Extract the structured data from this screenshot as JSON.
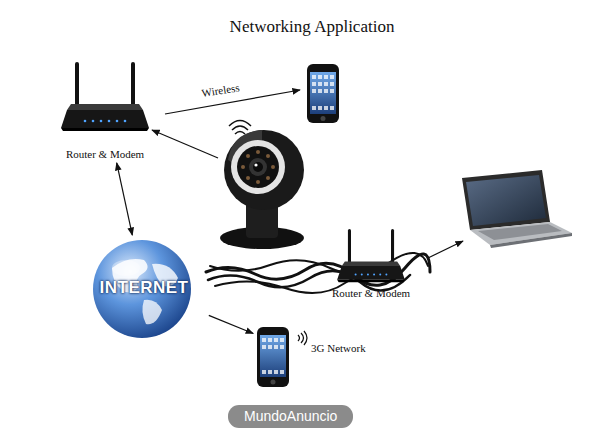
{
  "diagram": {
    "title": "Networking Application",
    "nodes": [
      {
        "text": [
          "Router & Modem"
        ]
      },
      {
        "text": [
          "INTERNET"
        ]
      },
      {
        "text": [
          "Router & Modem"
        ]
      },
      {
        "text": [
          "3G Network"
        ]
      }
    ],
    "edges": [
      {
        "from": 0,
        "to": 1,
        "arrow": "both"
      },
      {
        "from": 1,
        "to": 3,
        "arrow": "to"
      }
    ],
    "labels": [
      "Wireless",
      "MundoAnuncio"
    ]
  }
}
